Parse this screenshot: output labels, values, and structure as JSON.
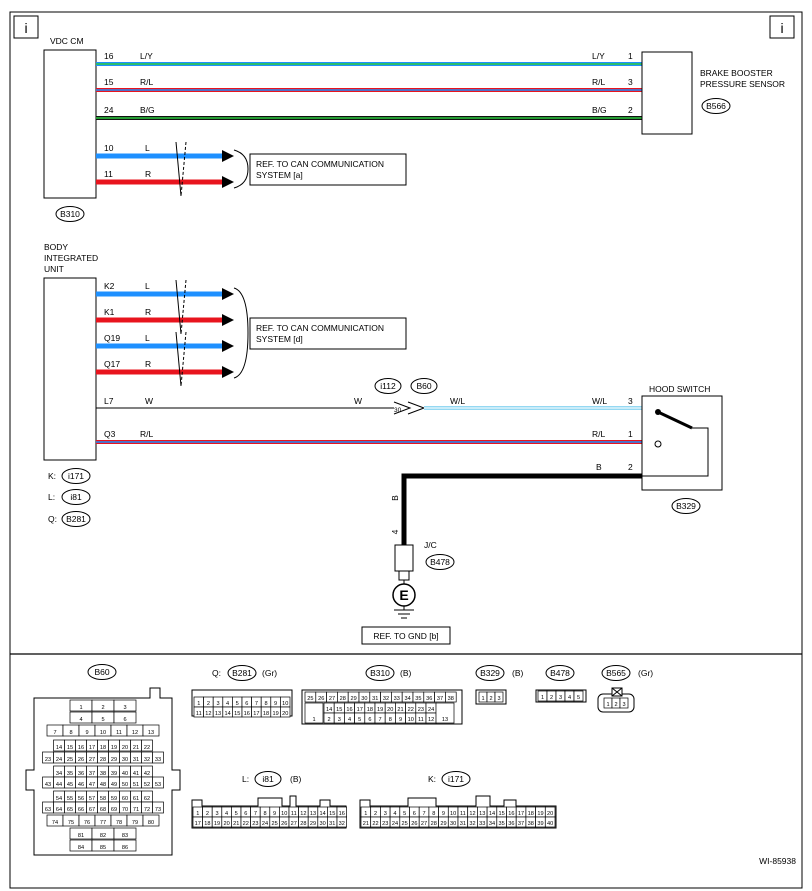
{
  "corner_badge": "i",
  "vdc": {
    "title": "VDC CM",
    "connector": "B310",
    "wires": [
      {
        "pin": "16",
        "color_code": "L/Y",
        "far_color_code": "L/Y",
        "far_pin": "1",
        "colors": [
          "#1e90ff",
          "#2ecc40"
        ]
      },
      {
        "pin": "15",
        "color_code": "R/L",
        "far_color_code": "R/L",
        "far_pin": "3",
        "colors": [
          "#e8141e",
          "#1e90ff"
        ]
      },
      {
        "pin": "24",
        "color_code": "B/G",
        "far_color_code": "B/G",
        "far_pin": "2",
        "colors": [
          "#111111",
          "#2ecc40"
        ]
      }
    ],
    "can_wires": [
      {
        "pin": "10",
        "color_code": "L",
        "color": "#1e90ff"
      },
      {
        "pin": "11",
        "color_code": "R",
        "color": "#e8141e"
      }
    ],
    "can_ref": [
      "REF. TO CAN COMMUNICATION",
      "SYSTEM [a]"
    ]
  },
  "sensor": {
    "title_lines": [
      "BRAKE BOOSTER",
      "PRESSURE SENSOR"
    ],
    "connector": "B566"
  },
  "biu": {
    "title_lines": [
      "BODY",
      "INTEGRATED",
      "UNIT"
    ],
    "can_wires": [
      {
        "pin": "K2",
        "color_code": "L",
        "color": "#1e90ff"
      },
      {
        "pin": "K1",
        "color_code": "R",
        "color": "#e8141e"
      },
      {
        "pin": "Q19",
        "color_code": "L",
        "color": "#1e90ff"
      },
      {
        "pin": "Q17",
        "color_code": "R",
        "color": "#e8141e"
      }
    ],
    "can_ref": [
      "REF. TO CAN COMMUNICATION",
      "SYSTEM [d]"
    ],
    "connectors": [
      {
        "prefix": "K:",
        "name": "i171"
      },
      {
        "prefix": "L:",
        "name": "i81"
      },
      {
        "prefix": "Q:",
        "name": "B281"
      }
    ]
  },
  "hood": {
    "title": "HOOD SWITCH",
    "connector": "B329",
    "l7": {
      "pin": "L7",
      "code1": "W",
      "code2": "W",
      "code3": "W/L",
      "code4": "W/L",
      "far_pin": "3"
    },
    "q3": {
      "pin": "Q3",
      "code": "R/L",
      "code2": "R/L",
      "far_pin": "1"
    },
    "gnd_wire": {
      "code": "B",
      "far_pin": "2",
      "vcode": "B",
      "jc_pin": "4"
    },
    "joint": {
      "left": "i112",
      "right": "B60",
      "pin": "30"
    }
  },
  "jc": {
    "label": "J/C",
    "connector": "B478"
  },
  "ground": {
    "symbol": "E",
    "ref": "REF. TO GND [b]"
  },
  "connector_views": {
    "b60": {
      "name": "B60",
      "rows": [
        [
          "1",
          "2",
          "3"
        ],
        [
          "4",
          "5",
          "6"
        ],
        [
          "7",
          "8",
          "9",
          "10",
          "11",
          "12",
          "13"
        ],
        [
          "14",
          "15",
          "16",
          "17",
          "18",
          "19",
          "20",
          "21",
          "22"
        ],
        [
          "23",
          "24",
          "25",
          "26",
          "27",
          "28",
          "29",
          "30",
          "31",
          "32",
          "33"
        ],
        [
          "34",
          "35",
          "36",
          "37",
          "38",
          "39",
          "40",
          "41",
          "42"
        ],
        [
          "43",
          "44",
          "45",
          "46",
          "47",
          "48",
          "49",
          "50",
          "51",
          "52",
          "53"
        ],
        [
          "54",
          "55",
          "56",
          "57",
          "58",
          "59",
          "60",
          "61",
          "62"
        ],
        [
          "63",
          "64",
          "65",
          "66",
          "67",
          "68",
          "69",
          "70",
          "71",
          "72",
          "73"
        ],
        [
          "74",
          "75",
          "76",
          "77",
          "78",
          "79",
          "80"
        ],
        [
          "81",
          "82",
          "83"
        ],
        [
          "84",
          "85",
          "86"
        ]
      ]
    },
    "b281": {
      "prefix": "Q:",
      "name": "B281",
      "suffix": "(Gr)",
      "rows": [
        [
          "1",
          "2",
          "3",
          "4",
          "5",
          "6",
          "7",
          "8",
          "9",
          "10"
        ],
        [
          "11",
          "12",
          "13",
          "14",
          "15",
          "16",
          "17",
          "18",
          "19",
          "20"
        ]
      ]
    },
    "b310": {
      "name": "B310",
      "suffix": "(B)",
      "top": [
        "25",
        "26",
        "27",
        "28",
        "29",
        "30",
        "31",
        "32",
        "33",
        "34",
        "35",
        "36",
        "37",
        "38"
      ],
      "mid": [
        "14",
        "15",
        "16",
        "17",
        "18",
        "19",
        "20",
        "21",
        "22",
        "23",
        "24"
      ],
      "bot": [
        "1",
        "2",
        "3",
        "4",
        "5",
        "6",
        "7",
        "8",
        "9",
        "10",
        "11",
        "12",
        "13"
      ]
    },
    "b329": {
      "name": "B329",
      "suffix": "(B)",
      "pins": [
        "1",
        "2",
        "3"
      ]
    },
    "b478": {
      "name": "B478",
      "pins": [
        "1",
        "2",
        "3",
        "4",
        "5"
      ]
    },
    "b565": {
      "name": "B565",
      "suffix": "(Gr)",
      "pins": [
        "1",
        "2",
        "3"
      ]
    },
    "i81": {
      "prefix": "L:",
      "name": "i81",
      "suffix": "(B)",
      "rows": [
        [
          "1",
          "2",
          "3",
          "4",
          "5",
          "6",
          "7",
          "8",
          "9",
          "10",
          "11",
          "12",
          "13",
          "14",
          "15",
          "16"
        ],
        [
          "17",
          "18",
          "19",
          "20",
          "21",
          "22",
          "23",
          "24",
          "25",
          "26",
          "27",
          "28",
          "29",
          "30",
          "31",
          "32"
        ]
      ]
    },
    "i171": {
      "prefix": "K:",
      "name": "i171",
      "rows": [
        [
          "1",
          "2",
          "3",
          "4",
          "5",
          "6",
          "7",
          "8",
          "9",
          "10",
          "11",
          "12",
          "13",
          "14",
          "15",
          "16",
          "17",
          "18",
          "19",
          "20"
        ],
        [
          "21",
          "22",
          "23",
          "24",
          "25",
          "26",
          "27",
          "28",
          "29",
          "30",
          "31",
          "32",
          "33",
          "34",
          "35",
          "36",
          "37",
          "38",
          "39",
          "40"
        ]
      ]
    }
  },
  "figure_id": "WI-85938"
}
